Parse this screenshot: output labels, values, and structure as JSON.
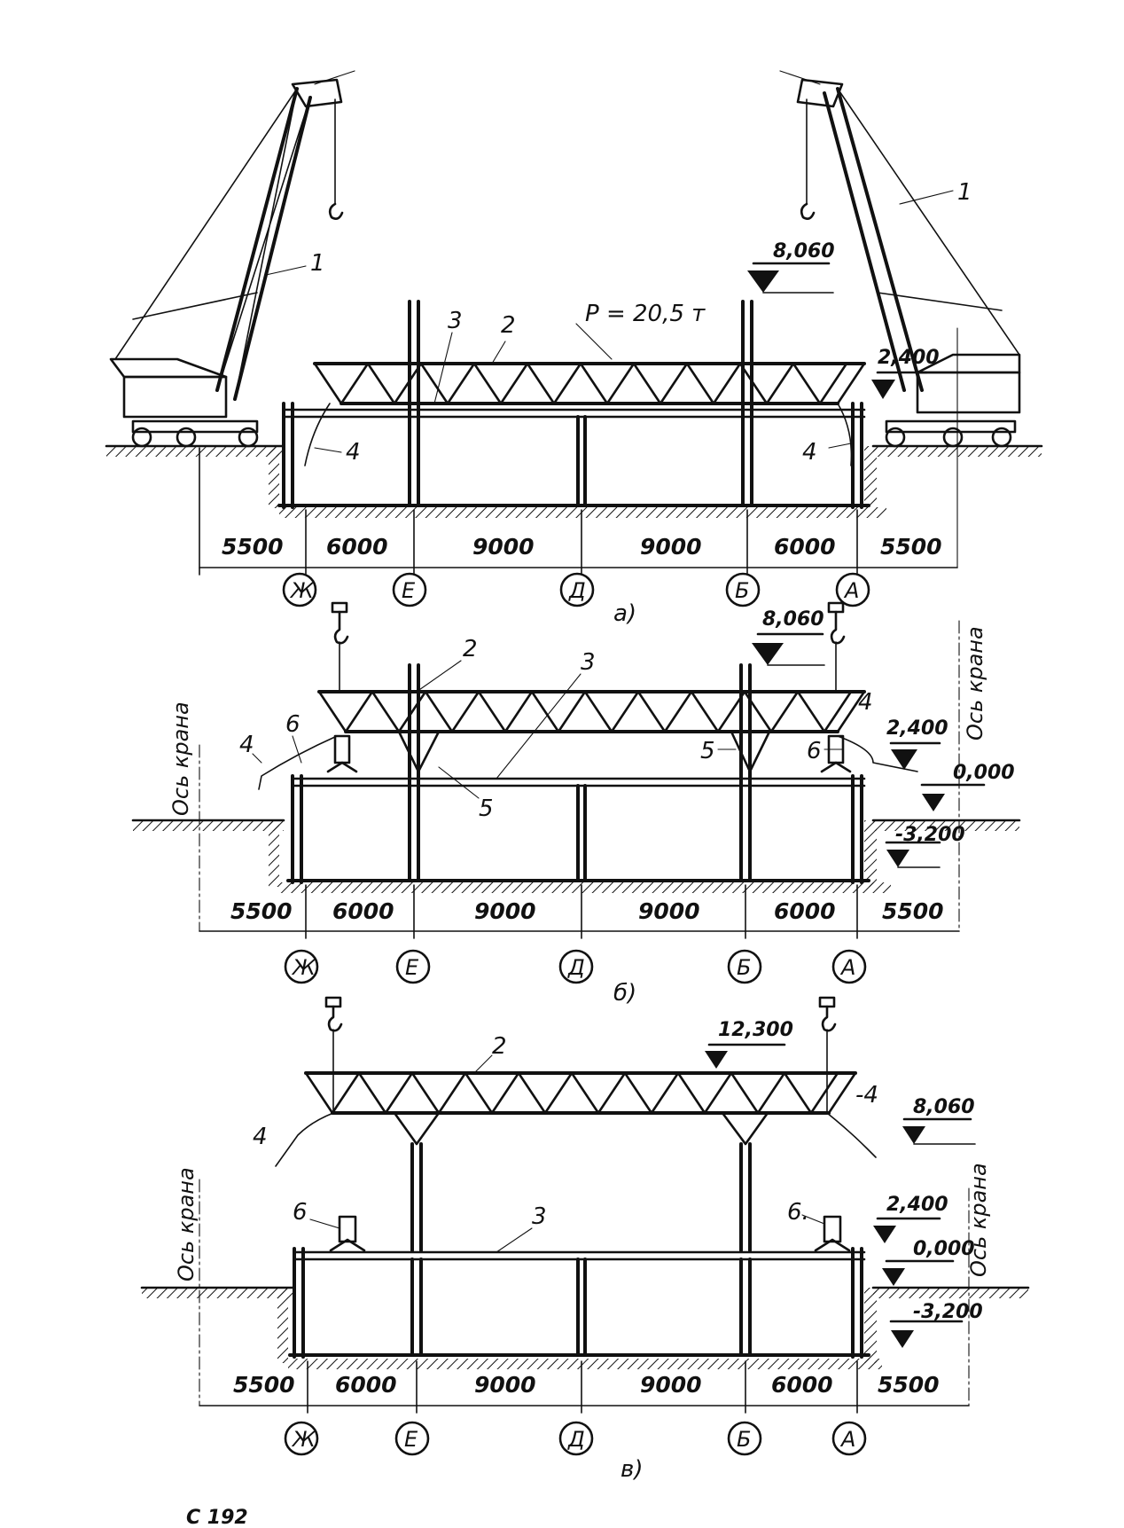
{
  "axes": [
    "Ж",
    "Е",
    "Д",
    "Б",
    "А"
  ],
  "spans": [
    "5500",
    "6000",
    "9000",
    "9000",
    "6000",
    "5500"
  ],
  "panel_a": {
    "caption": "а)",
    "load": "P = 20,5 т",
    "elev_top": "8,060",
    "elev_crane": "2,400",
    "callouts": {
      "crane_l": "1",
      "crane_r": "1",
      "truss": "2",
      "beam": "3",
      "rope_l": "4",
      "rope_r": "4"
    }
  },
  "panel_b": {
    "caption": "б)",
    "crane_axis": "Ось крана",
    "elev_top": "8,060",
    "elev_mid": "2,400",
    "elev_zero": "0,000",
    "elev_bottom": "-3,200",
    "callouts": {
      "truss": "2",
      "beam": "3",
      "rope_l": "4",
      "rope_r": "4",
      "brace_l": "5",
      "brace_r": "5",
      "support_l": "6",
      "support_r": "6"
    }
  },
  "panel_c": {
    "caption": "в)",
    "crane_axis_l": "Ось крана",
    "crane_axis_r": "Ось крана",
    "elev_top": "12,300",
    "elev_truss": "8,060",
    "elev_mid": "2,400",
    "elev_zero": "0,000",
    "elev_bottom": "-3,200",
    "callouts": {
      "truss": "2",
      "beam": "3",
      "rope_l": "4",
      "rope_r": "-4",
      "support_l": "6",
      "support_r": "6."
    }
  },
  "footer": "С 192"
}
